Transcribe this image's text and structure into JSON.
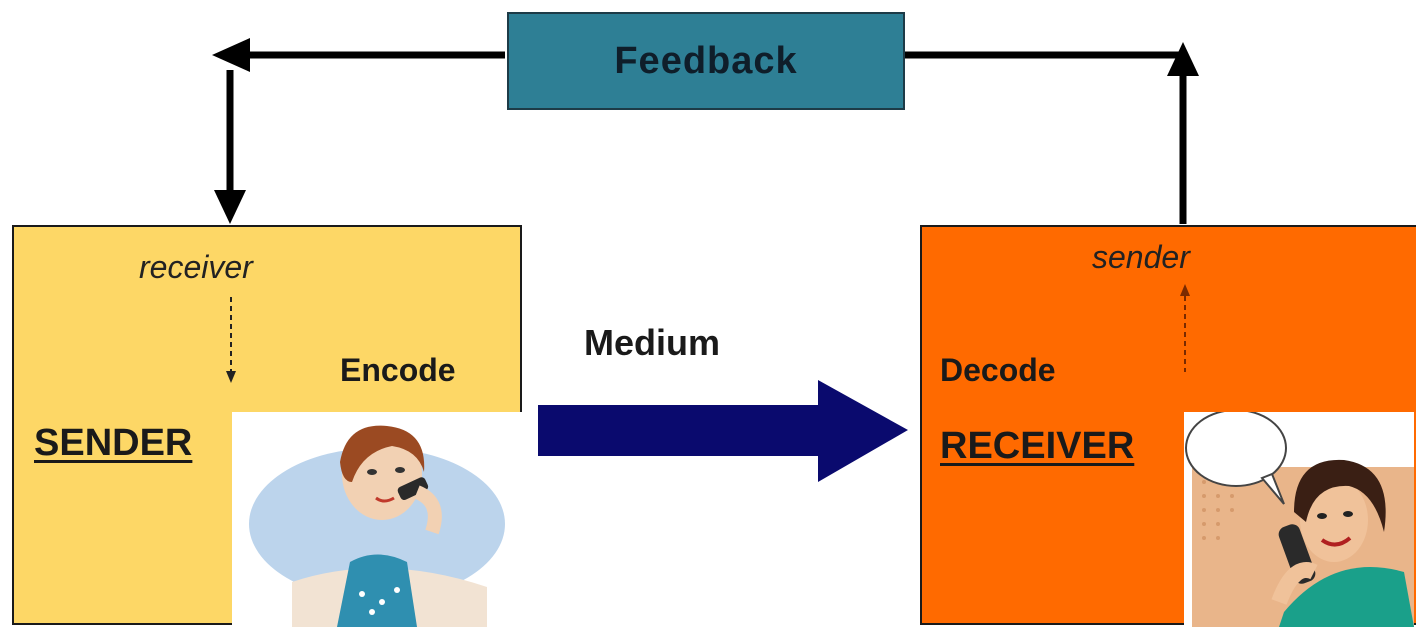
{
  "feedback": {
    "label": "Feedback"
  },
  "medium": {
    "label": "Medium"
  },
  "sender_box": {
    "role": "SENDER",
    "sub_label": "receiver",
    "step": "Encode"
  },
  "receiver_box": {
    "role": "RECEIVER",
    "sub_label": "sender",
    "step": "Decode"
  },
  "colors": {
    "feedback_fill": "#2e7f95",
    "sender_fill": "#fdd766",
    "receiver_fill": "#ff6a00",
    "medium_arrow": "#0a0a6e",
    "arrow_black": "#000000"
  }
}
